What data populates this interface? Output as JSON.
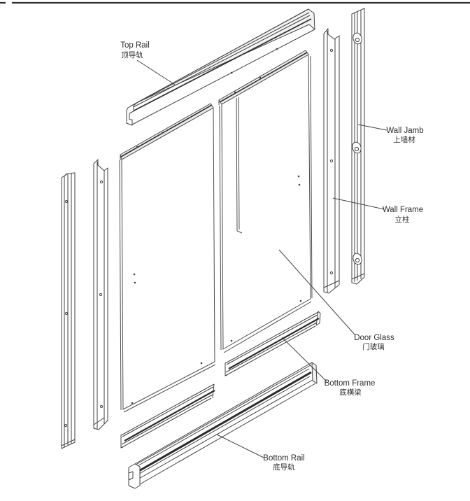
{
  "diagram": {
    "kind": "exploded-assembly-line-drawing",
    "subject": "sliding glass door frame components",
    "background_color": "#ffffff",
    "line_color": "#424242",
    "dark_stripe_color": "#2b2b2b",
    "text_color": "#2d2d2d",
    "parts": [
      {
        "id": "top-rail",
        "label_en": "Top Rail",
        "label_zh": "顶导轨"
      },
      {
        "id": "wall-jamb",
        "label_en": "Wall Jamb",
        "label_zh": "上墙材"
      },
      {
        "id": "wall-frame",
        "label_en": "Wall Frame",
        "label_zh": "立柱"
      },
      {
        "id": "door-glass",
        "label_en": "Door Glass",
        "label_zh": "门玻璃"
      },
      {
        "id": "bottom-frame",
        "label_en": "Bottom Frame",
        "label_zh": "底横梁"
      },
      {
        "id": "bottom-rail",
        "label_en": "Bottom Rail",
        "label_zh": "底导轨"
      }
    ]
  }
}
